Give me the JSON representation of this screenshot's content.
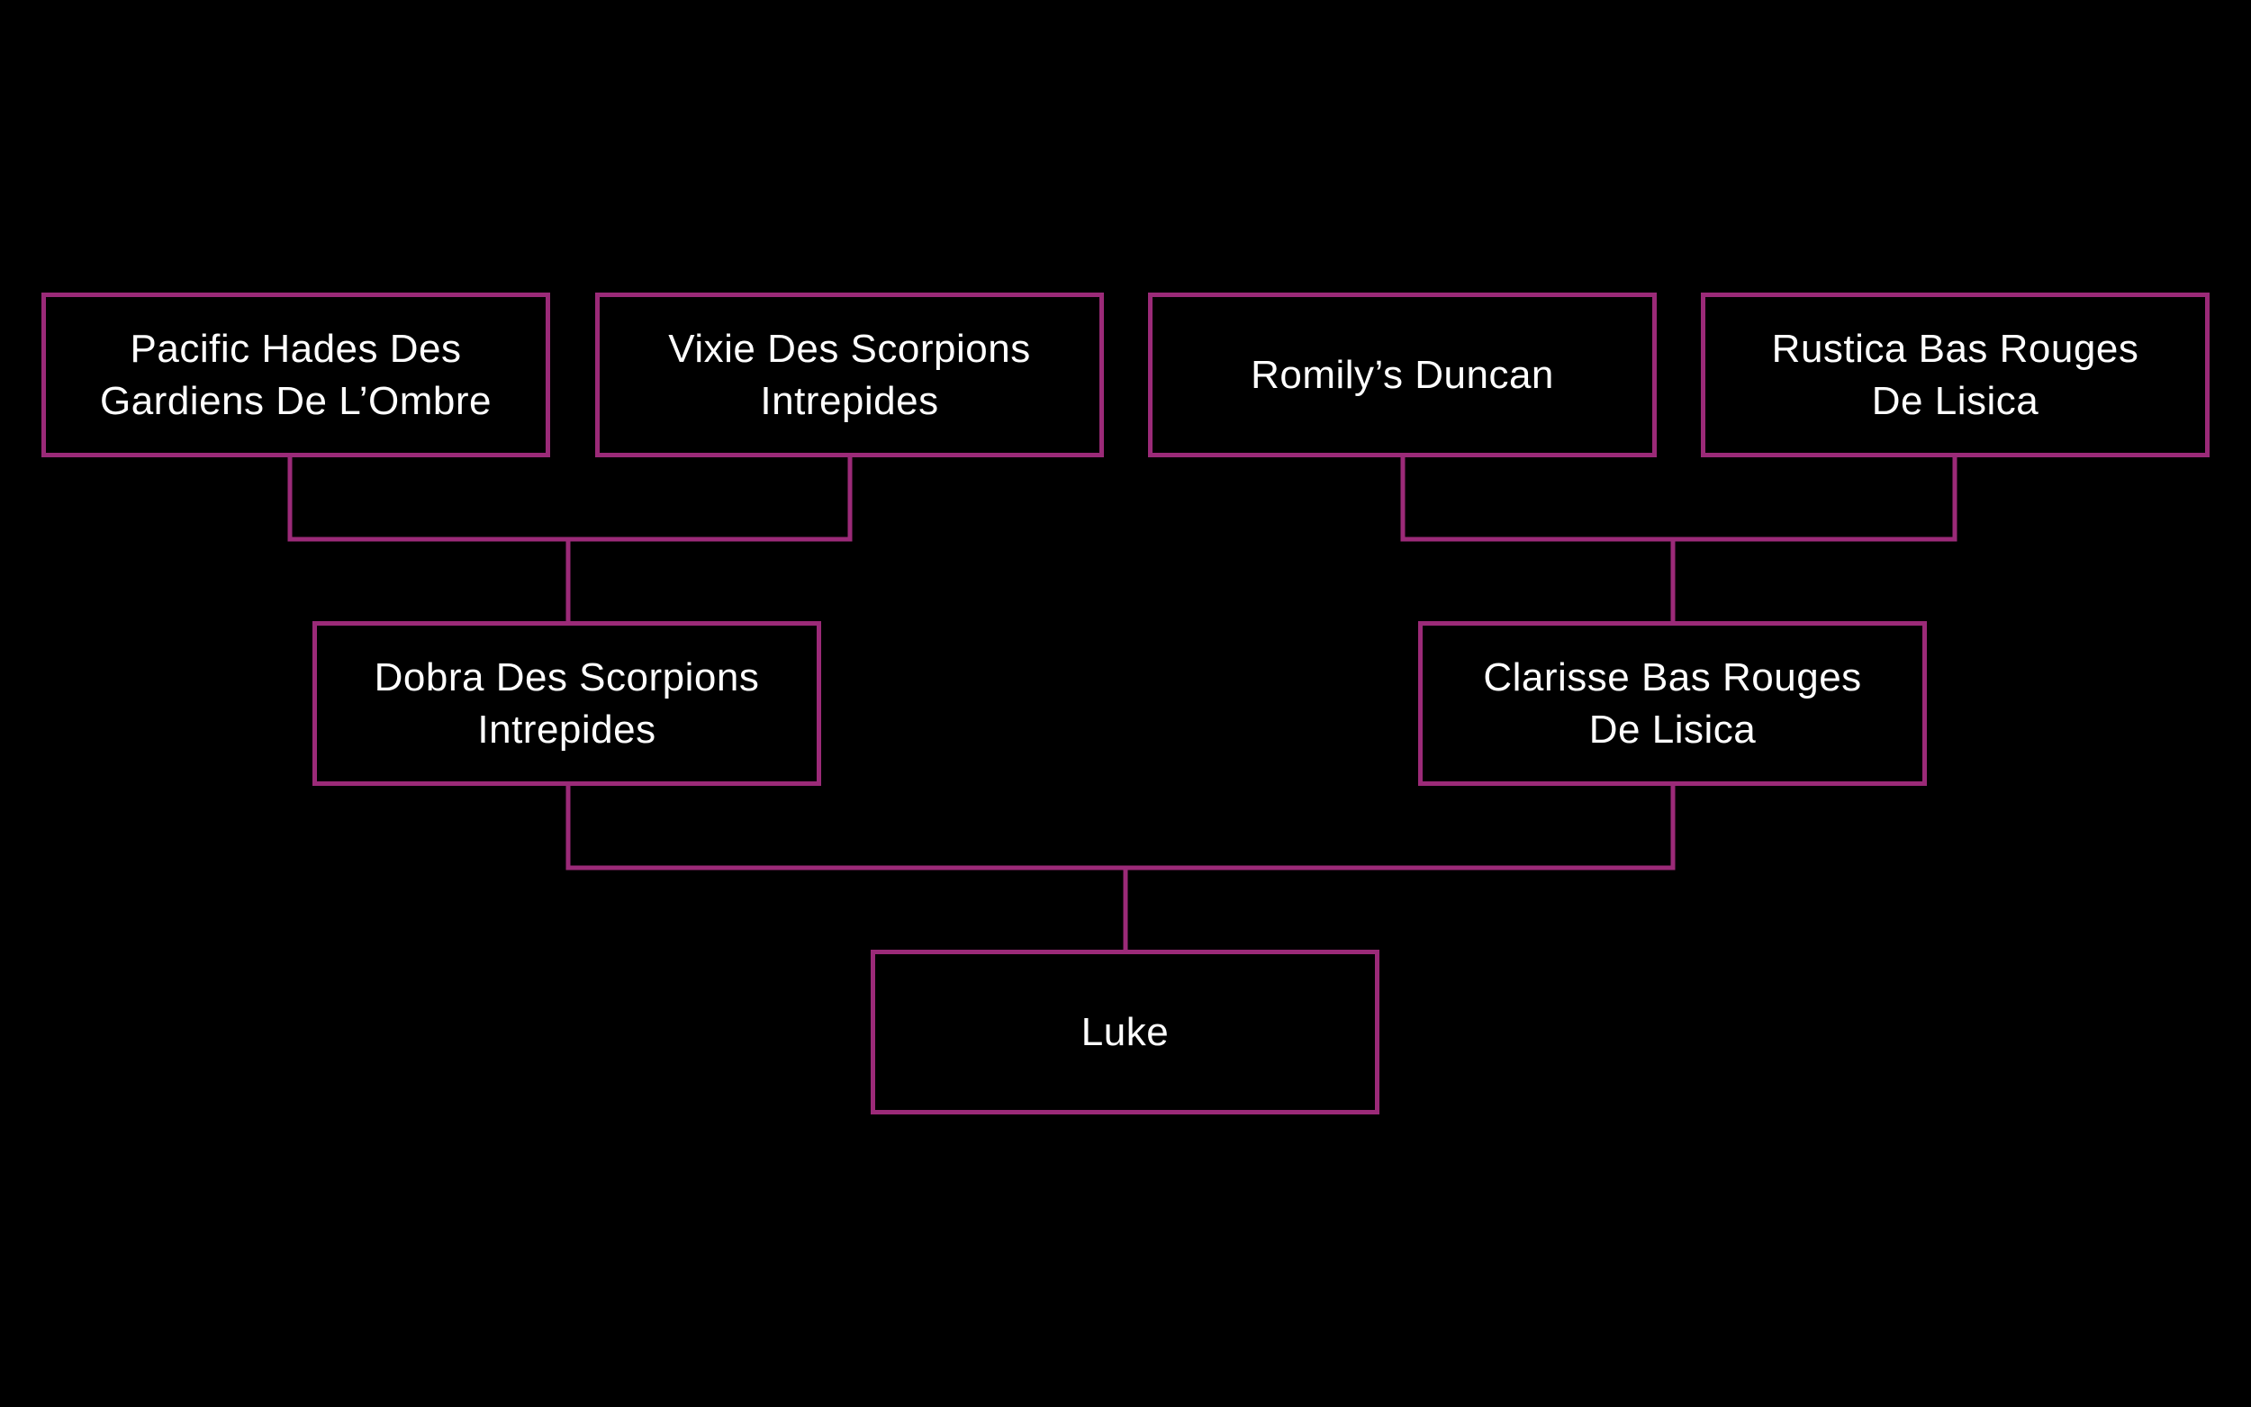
{
  "colors": {
    "background": "#000000",
    "box_border": "#9b2a78",
    "connector": "#9b2a78",
    "text": "#ffffff"
  },
  "pedigree": {
    "grandparents": [
      {
        "name": "Pacific Hades Des\nGardiens De L’Ombre"
      },
      {
        "name": "Vixie Des Scorpions\nIntrepides"
      },
      {
        "name": "Romily’s Duncan"
      },
      {
        "name": "Rustica Bas Rouges\nDe Lisica"
      }
    ],
    "parents": [
      {
        "name": "Dobra Des Scorpions\nIntrepides"
      },
      {
        "name": "Clarisse Bas Rouges\nDe Lisica"
      }
    ],
    "subject": {
      "name": "Luke"
    }
  }
}
